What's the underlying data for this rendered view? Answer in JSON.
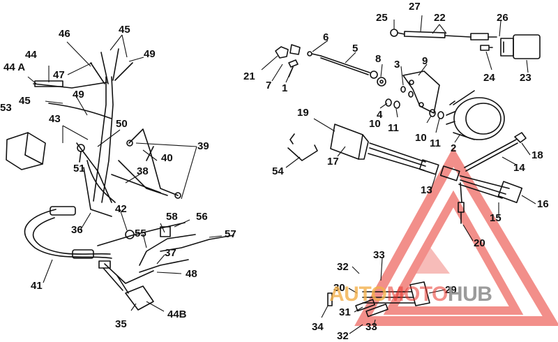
{
  "parts": [
    {
      "id": "p1",
      "label": "1"
    },
    {
      "id": "p2",
      "label": "2"
    },
    {
      "id": "p3",
      "label": "3"
    },
    {
      "id": "p4",
      "label": "4"
    },
    {
      "id": "p5",
      "label": "5"
    },
    {
      "id": "p6",
      "label": "6"
    },
    {
      "id": "p7",
      "label": "7"
    },
    {
      "id": "p8",
      "label": "8"
    },
    {
      "id": "p9",
      "label": "9"
    },
    {
      "id": "p10a",
      "label": "10"
    },
    {
      "id": "p10b",
      "label": "10"
    },
    {
      "id": "p11a",
      "label": "11"
    },
    {
      "id": "p11b",
      "label": "11"
    },
    {
      "id": "p13",
      "label": "13"
    },
    {
      "id": "p14",
      "label": "14"
    },
    {
      "id": "p15",
      "label": "15"
    },
    {
      "id": "p16",
      "label": "16"
    },
    {
      "id": "p17",
      "label": "17"
    },
    {
      "id": "p18",
      "label": "18"
    },
    {
      "id": "p19",
      "label": "19"
    },
    {
      "id": "p20",
      "label": "20"
    },
    {
      "id": "p21",
      "label": "21"
    },
    {
      "id": "p22",
      "label": "22"
    },
    {
      "id": "p23",
      "label": "23"
    },
    {
      "id": "p24",
      "label": "24"
    },
    {
      "id": "p25",
      "label": "25"
    },
    {
      "id": "p26",
      "label": "26"
    },
    {
      "id": "p27",
      "label": "27"
    },
    {
      "id": "p29",
      "label": "29"
    },
    {
      "id": "p30",
      "label": "30"
    },
    {
      "id": "p31",
      "label": "31"
    },
    {
      "id": "p32a",
      "label": "32"
    },
    {
      "id": "p32b",
      "label": "32"
    },
    {
      "id": "p33a",
      "label": "33"
    },
    {
      "id": "p33b",
      "label": "33"
    },
    {
      "id": "p34",
      "label": "34"
    },
    {
      "id": "p35",
      "label": "35"
    },
    {
      "id": "p36",
      "label": "36"
    },
    {
      "id": "p37",
      "label": "37"
    },
    {
      "id": "p38",
      "label": "38"
    },
    {
      "id": "p39",
      "label": "39"
    },
    {
      "id": "p40",
      "label": "40"
    },
    {
      "id": "p41",
      "label": "41"
    },
    {
      "id": "p42",
      "label": "42"
    },
    {
      "id": "p43",
      "label": "43"
    },
    {
      "id": "p44",
      "label": "44"
    },
    {
      "id": "p44a",
      "label": "44 A"
    },
    {
      "id": "p44b",
      "label": "44B"
    },
    {
      "id": "p45a",
      "label": "45"
    },
    {
      "id": "p45b",
      "label": "45"
    },
    {
      "id": "p46",
      "label": "46"
    },
    {
      "id": "p47",
      "label": "47"
    },
    {
      "id": "p48",
      "label": "48"
    },
    {
      "id": "p49a",
      "label": "49"
    },
    {
      "id": "p49b",
      "label": "49"
    },
    {
      "id": "p50",
      "label": "50"
    },
    {
      "id": "p51",
      "label": "51"
    },
    {
      "id": "p53",
      "label": "53"
    },
    {
      "id": "p54",
      "label": "54"
    },
    {
      "id": "p55",
      "label": "55"
    },
    {
      "id": "p56",
      "label": "56"
    },
    {
      "id": "p57",
      "label": "57"
    },
    {
      "id": "p58",
      "label": "58"
    }
  ],
  "watermark": {
    "word1": "AUTO",
    "word2": "MOTO",
    "word3": "HUB",
    "color_red": "#e8342c",
    "color_grey": "#8a8a8a",
    "color_orange": "#f3b04a",
    "triangle_fill": "#f2a0a0"
  },
  "line_color": "#111111"
}
